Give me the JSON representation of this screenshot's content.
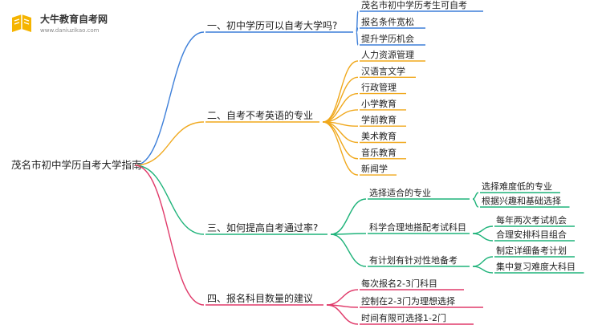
{
  "logo": {
    "title": "大牛教育自考网",
    "url": "www.daniuzikao.com"
  },
  "mindmap": {
    "root": "茂名市初中学历自考大学指南",
    "branches": [
      {
        "label": "一、初中学历可以自考大学吗?",
        "color": "#3d7fd9",
        "children": [
          {
            "label": "茂名市初中学历考生可自考"
          },
          {
            "label": "报名条件宽松"
          },
          {
            "label": "提升学历机会"
          }
        ]
      },
      {
        "label": "二、自考不考英语的专业",
        "color": "#f0a81c",
        "children": [
          {
            "label": "人力资源管理"
          },
          {
            "label": "汉语言文学"
          },
          {
            "label": "行政管理"
          },
          {
            "label": "小学教育"
          },
          {
            "label": "学前教育"
          },
          {
            "label": "美术教育"
          },
          {
            "label": "音乐教育"
          },
          {
            "label": "新闻学"
          }
        ]
      },
      {
        "label": "三、如何提高自考通过率?",
        "color": "#1fb37a",
        "children": [
          {
            "label": "选择适合的专业",
            "children": [
              {
                "label": "选择难度低的专业"
              },
              {
                "label": "根据兴趣和基础选择"
              }
            ]
          },
          {
            "label": "科学合理地搭配考试科目",
            "children": [
              {
                "label": "每年两次考试机会"
              },
              {
                "label": "合理安排科目组合"
              }
            ]
          },
          {
            "label": "有计划有针对性地备考",
            "children": [
              {
                "label": "制定详细备考计划"
              },
              {
                "label": "集中复习难度大科目"
              }
            ]
          }
        ]
      },
      {
        "label": "四、报名科目数量的建议",
        "color": "#e03a6a",
        "children": [
          {
            "label": "每次报名2-3门科目"
          },
          {
            "label": "控制在2-3门为理想选择"
          },
          {
            "label": "时间有限可选择1-2门"
          }
        ]
      }
    ]
  }
}
